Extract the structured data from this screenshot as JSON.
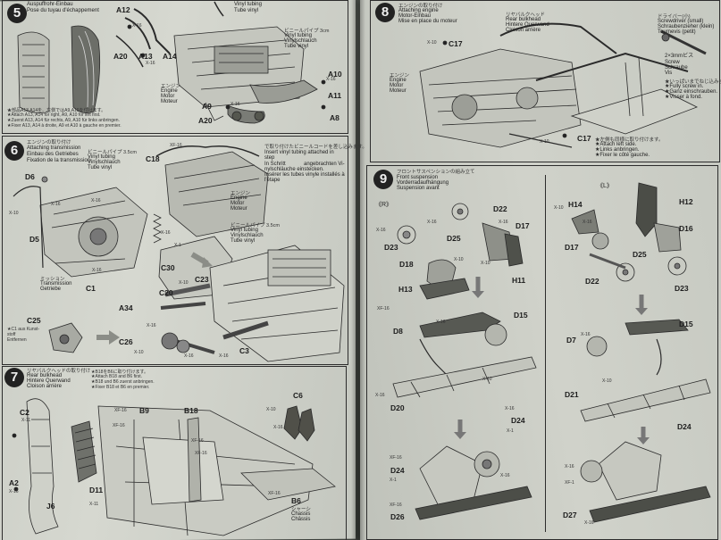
{
  "steps": {
    "s5": {
      "number": "5",
      "de": "Auspuffrohr-Einbau",
      "fr": "Pose du tuyau d'échappement",
      "parts": [
        "A12",
        "A20",
        "A13",
        "A14",
        "A9",
        "A20",
        "A10",
        "A11",
        "A8"
      ],
      "screws": [
        "X-16",
        "X-16",
        "X-16",
        "X-16"
      ],
      "tube_jp": "ビニールパイプ 3cm",
      "tube": [
        "Vinyl tubing",
        "Vinylschlauch",
        "Tube vinyl"
      ],
      "tube_top": [
        "Vinyl tubing",
        "Tube vinyl"
      ],
      "engine_jp": "エンジン",
      "engine": [
        "Engine",
        "Motor",
        "Moteur"
      ],
      "note_jp": "★部品A13,A14を、左側ではA9,A10を付けます。",
      "notes": [
        "★Attach A13, A14 for right, A9, A10 for left first.",
        "★Zuerst A13, A14 für rechts, A9, A10 für links anbringen.",
        "★Fixer A13, A14 à droite, A9 et A10 à gauche en premier."
      ]
    },
    "s6": {
      "number": "6",
      "jp": "エンジンの取り付け",
      "en": "Attaching transmission",
      "de": "Einbau des Getriebes",
      "fr": "Fixation de la transmission",
      "parts": [
        "D6",
        "D5",
        "C1",
        "C18",
        "C30",
        "C20",
        "C23",
        "A34",
        "C26",
        "C3",
        "C25"
      ],
      "screws": [
        "XF-16",
        "X-16",
        "X-10",
        "X-16",
        "X-16",
        "X-1",
        "X-10",
        "X-16",
        "X-16",
        "X-10",
        "X-16",
        "X-16"
      ],
      "tube_jp": "ビニールパイプ 3.5cm",
      "tube": [
        "Vinyl tubing",
        "Vinylschlauch",
        "Tube vinyl"
      ],
      "tube2_jp": "ビニールパイプ 3.5cm",
      "tube2": [
        "Vinyl tubing",
        "Vinylschlauch",
        "Tube vinyl"
      ],
      "trans_jp": "ミッション",
      "trans": [
        "Transmission",
        "Getriebe"
      ],
      "engine_jp": "エンジン",
      "engine": [
        "Engine",
        "Motor",
        "Moteur"
      ],
      "note_jp": "で取り付けたビニールコードを差し込みます。",
      "note_en": [
        "Insert vinyl tubing attached in",
        "step",
        "In Schritt",
        "angebrachten Vi-",
        "nylschläuche einstecken.",
        "Insérer les tubes vinyle installés à",
        "l'étape"
      ],
      "left_notes": [
        "★C1 aus Kunst-",
        "stoff",
        "Entfernen"
      ]
    },
    "s7": {
      "number": "7",
      "jp": "リヤバルクヘッドの取り付け",
      "en": [
        "Rear bulkhead",
        "Hintere Querwand",
        "Cloison arrière"
      ],
      "notes": [
        "★B18をB6に取り付けます。",
        "★Attach B18 and B6 first.",
        "★B18 und B6 zuerst anbringen.",
        "★Fixer B18 et B6 en premier."
      ],
      "parts": [
        "C2",
        "B9",
        "B18",
        "C6",
        "D11",
        "J6",
        "A2",
        "B6"
      ],
      "screws": [
        "X-11",
        "XF-16",
        "XF-16",
        "X-10",
        "XF-16",
        "X-11",
        "X-16",
        "XF-16",
        "XF-16",
        "X-16"
      ],
      "chassis_jp": "シャーシ",
      "chassis": [
        "Chassis",
        "Châssis"
      ]
    },
    "s8": {
      "number": "8",
      "jp": "エンジンの取り付け",
      "en": "Attaching engine",
      "de": "Motor-Einbau",
      "fr": "Mise en place du moteur",
      "parts": [
        "C17",
        "C17"
      ],
      "screws": [
        "X-10",
        "X-10"
      ],
      "bulk_jp": "リヤバルクヘッド",
      "bulk": [
        "Rear bulkhead",
        "Hintere Querwand",
        "Cloison arrière"
      ],
      "driver_jp": "ドライバー(小)",
      "driver": [
        "Screwdriver (small)",
        "Schraubenzieher (klein)",
        "Tournevis (petit)"
      ],
      "screw_label": "2×3mmビス",
      "screw_lines": [
        "Screw",
        "Schraube",
        "Vis"
      ],
      "engine_jp": "エンジン",
      "engine": [
        "Engine",
        "Motor",
        "Moteur"
      ],
      "fully_jp": "★いっぱいまでねじ込みます。",
      "fully": [
        "★Fully screw in.",
        "★Ganz einschrauben.",
        "★Visser à fond."
      ],
      "left_jp": "★左側も同様に取り付けます。",
      "left": [
        "★Attach left side.",
        "★Links anbringen.",
        "★Fixer le côté gauche."
      ]
    },
    "s9": {
      "number": "9",
      "jp": "フロントサスペンションの組み立て",
      "en": "Front suspension",
      "de": "Vorderradaufhängung",
      "fr": "Suspension avant",
      "r_label": "《R》",
      "l_label": "《L》",
      "parts_r": [
        "D22",
        "D25",
        "D17",
        "D23",
        "D18",
        "H11",
        "H13",
        "D15",
        "D8",
        "D20",
        "D24",
        "D24",
        "D26"
      ],
      "parts_l": [
        "H12",
        "H14",
        "D16",
        "D17",
        "D25",
        "D22",
        "D23",
        "D15",
        "D7",
        "D21",
        "D24",
        "D27"
      ],
      "screws": [
        "X-16",
        "X-16",
        "X-16",
        "XF-16",
        "X-10",
        "X-16",
        "X-10",
        "X-10",
        "X-16",
        "X-16",
        "X-1",
        "X-16",
        "X-10",
        "X-16",
        "XF-16",
        "X-1",
        "XF-16",
        "X-16",
        "X-10",
        "X-16",
        "XF-1",
        "X-16"
      ]
    }
  }
}
